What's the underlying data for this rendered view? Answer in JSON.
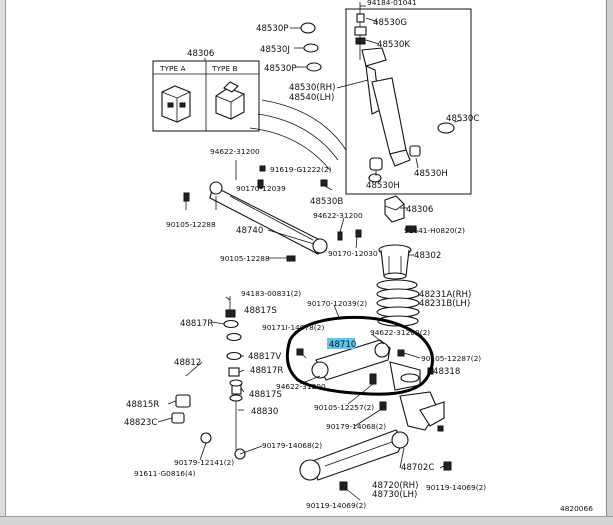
{
  "labels": {
    "l_94184": "94184-01041",
    "l_48530P_1": "48530P",
    "l_48530G": "48530G",
    "l_48530J": "48530J",
    "l_48530K": "48530K",
    "l_48530P_2": "48530P",
    "l_48530RH": "48530(RH)",
    "l_48540LH": "48540(LH)",
    "l_48306": "48306",
    "l_typeA": "TYPE A",
    "l_typeB": "TYPE B",
    "l_48530C": "48530C",
    "l_94622a": "94622-31200",
    "l_91619": "91619-G1222(2)",
    "l_90170a": "90170-12039",
    "l_48530H_1": "48530H",
    "l_48530H_2": "48530H",
    "l_48530B": "48530B",
    "l_48306b": "48306",
    "l_90105a": "90105-12288",
    "l_48740": "48740",
    "l_94622b": "94622-31200",
    "l_91641": "91641-H0820(2)",
    "l_90105b": "90105-12288",
    "l_90170b": "90170-12030",
    "l_48302": "48302",
    "l_94183": "94183-00831(2)",
    "l_48231A": "48231A(RH)",
    "l_48231B": "48231B(LH)",
    "l_48817S": "48817S",
    "l_90170c": "90170-12039(2)",
    "l_48817R_1": "48817R",
    "l_90171": "90171I-14078(2)",
    "l_94622c": "94622-31200(2)",
    "l_48710": "48710",
    "l_48817V": "48817V",
    "l_48812": "48812",
    "l_90105c": "90105-12287(2)",
    "l_48817R_2": "48817R",
    "l_48318": "48318",
    "l_94622d": "94622-31200",
    "l_48815R": "48815R",
    "l_48817S_2": "48817S",
    "l_90105d": "90105-12257(2)",
    "l_48830": "48830",
    "l_48823C": "48823C",
    "l_90179a": "90179-14068(2)",
    "l_90179b": "90179-14068(2)",
    "l_90179c": "90179-12141(2)",
    "l_48702C": "48702C",
    "l_91611": "91611-G0816(4)",
    "l_48720RH": "48720(RH)",
    "l_48730LH": "48730(LH)",
    "l_90119a": "90119-14069(2)",
    "l_90119b": "90119-14069(2)",
    "l_ref": "4820066"
  }
}
